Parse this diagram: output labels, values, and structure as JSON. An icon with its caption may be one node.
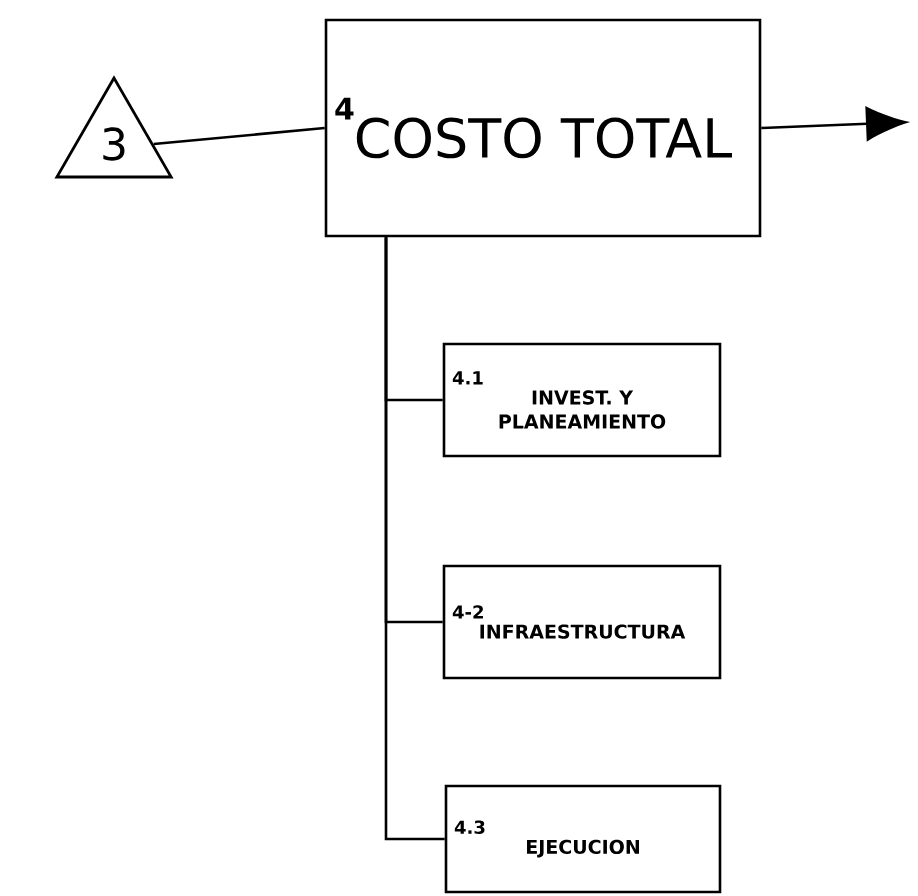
{
  "diagram": {
    "nodes": [
      {
        "text": [
          "3"
        ]
      },
      {
        "text": [
          "4",
          "COSTO TOTAL"
        ]
      },
      {
        "text": [
          "4.1",
          "INVEST. Y PLANEAMIENTO"
        ]
      },
      {
        "text": [
          "4-2",
          "INFRAESTRUCTURA"
        ]
      },
      {
        "text": [
          "4.3",
          "EJECUCION"
        ]
      }
    ],
    "edges": [
      {
        "from": 0,
        "to": 1,
        "arrow": "none"
      },
      {
        "from": 1,
        "to": null,
        "arrow": "to"
      },
      {
        "from": 1,
        "to": 2,
        "arrow": "none"
      },
      {
        "from": 1,
        "to": 3,
        "arrow": "none"
      },
      {
        "from": 1,
        "to": 4,
        "arrow": "none"
      }
    ]
  }
}
